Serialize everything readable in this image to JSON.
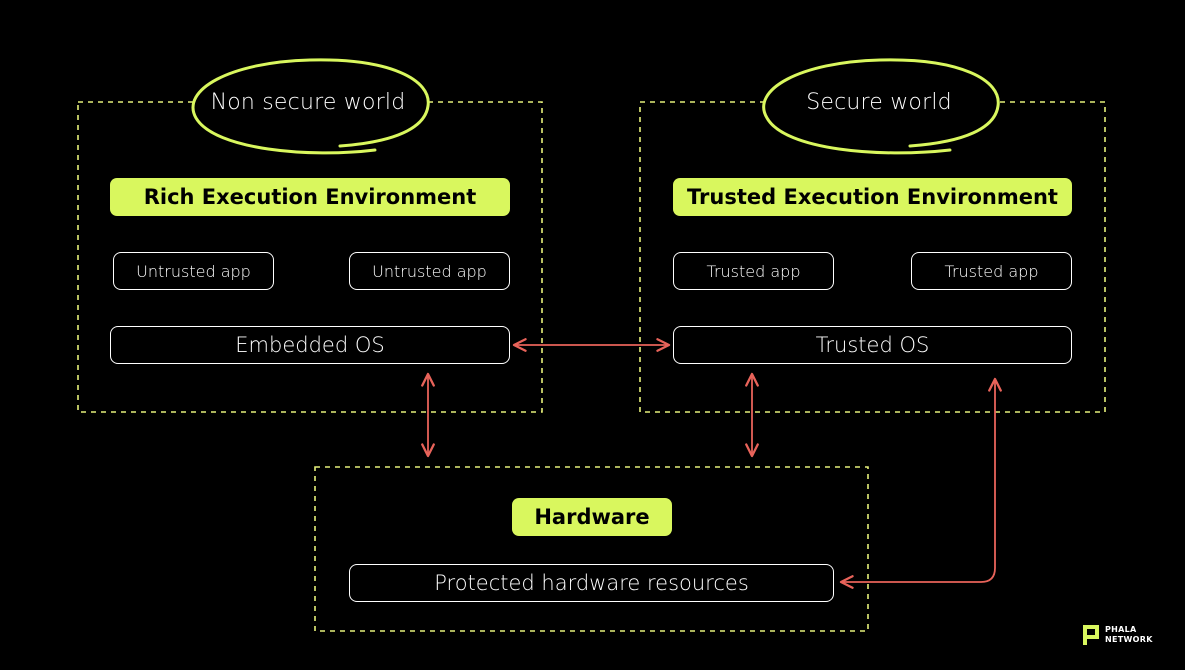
{
  "worlds": {
    "non_secure": {
      "label": "Non secure world",
      "environment": "Rich Execution Environment",
      "apps": [
        "Untrusted app",
        "Untrusted app"
      ],
      "os": "Embedded OS"
    },
    "secure": {
      "label": "Secure world",
      "environment": "Trusted Execution Environment",
      "apps": [
        "Trusted app",
        "Trusted app"
      ],
      "os": "Trusted OS"
    }
  },
  "hardware": {
    "title": "Hardware",
    "resources": "Protected hardware resources"
  },
  "logo": {
    "line1": "PHALA",
    "line2": "NETWORK"
  },
  "colors": {
    "background": "#000000",
    "accent": "#d9f75e",
    "dashed_border": "#e6f07a",
    "arrow": "#e8635a",
    "box_border": "#ffffff"
  }
}
